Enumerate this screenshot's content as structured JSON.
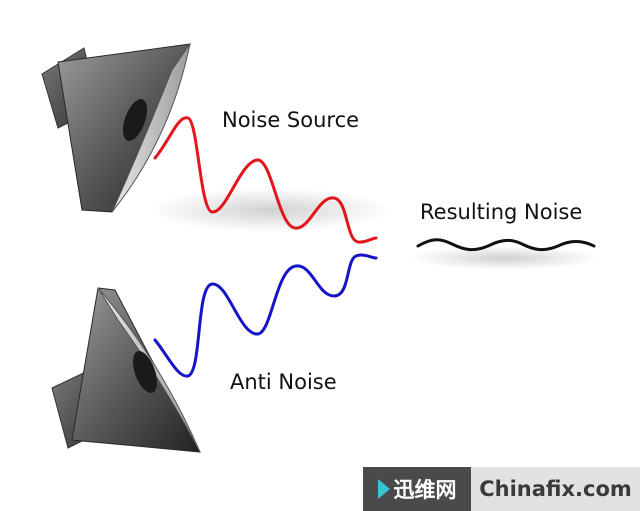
{
  "labels": {
    "noise_source": "Noise Source",
    "resulting_noise": "Resulting Noise",
    "anti_noise": "Anti Noise"
  },
  "colors": {
    "noise_wave": "#e3151d",
    "anti_wave": "#1414c8",
    "result_wave": "#111111"
  },
  "watermark": {
    "chinese": "迅维网",
    "site": "Chinafix.com"
  }
}
